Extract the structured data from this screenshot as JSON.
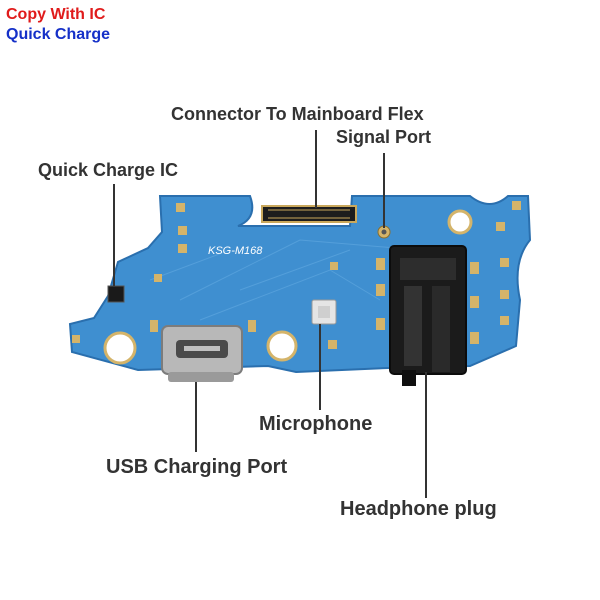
{
  "badges": {
    "copy_with_ic": "Copy With IC",
    "quick_charge": "Quick Charge",
    "copy_color": "#e01b1b",
    "quick_color": "#1530c8"
  },
  "labels": {
    "connector": "Connector To Mainboard Flex",
    "signal_port": "Signal Port",
    "quick_charge_ic": "Quick Charge IC",
    "microphone": "Microphone",
    "usb_port": "USB Charging Port",
    "headphone": "Headphone plug"
  },
  "board": {
    "silkscreen": "KSG-M168",
    "pcb_color": "#3f8fd0",
    "pcb_edge": "#2a6fae",
    "pad_color": "#d4b46a"
  }
}
